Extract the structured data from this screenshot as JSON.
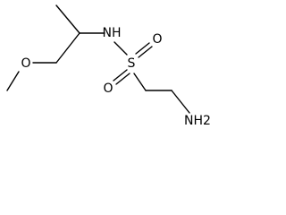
{
  "structure": {
    "atoms": {
      "nh": "NH",
      "s": "S",
      "o_top": "O",
      "o_bottom": "O",
      "o_ether": "O",
      "nh2": "NH2"
    }
  }
}
